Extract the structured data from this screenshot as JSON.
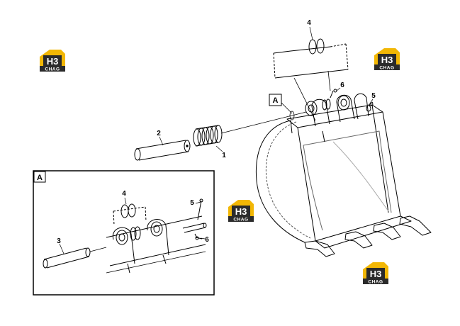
{
  "callouts": {
    "c1": "1",
    "c2": "2",
    "c3": "3",
    "c4_top": "4",
    "c4_detail": "4",
    "c5_top": "5",
    "c5_detail": "5",
    "c6_top": "6",
    "c6_detail": "6"
  },
  "view_labels": {
    "main": "A",
    "detail": "A"
  },
  "watermark": {
    "brand": "H3",
    "sub": "CHAG",
    "colors": {
      "yellow": "#f2b705",
      "dark": "#2b2b2b"
    }
  }
}
